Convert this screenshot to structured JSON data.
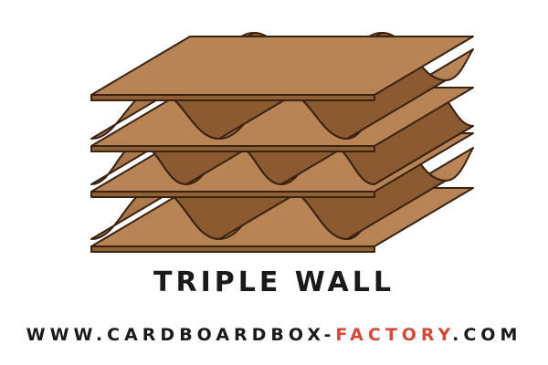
{
  "diagram": {
    "title": "TRIPLE WALL",
    "website": {
      "prefix": "WWW.CARDBOARDBOX-",
      "highlight": "FACTORY",
      "suffix": ".COM"
    }
  },
  "colors": {
    "liner_top": "#b98455",
    "liner_front": "#8f5f35",
    "flute_light": "#c69262",
    "flute_dark": "#6e4626",
    "outline": "#3a2213",
    "accent": "#d24a3a",
    "text": "#1a1a1a"
  },
  "icons": [
    "corrugated-board-icon"
  ]
}
